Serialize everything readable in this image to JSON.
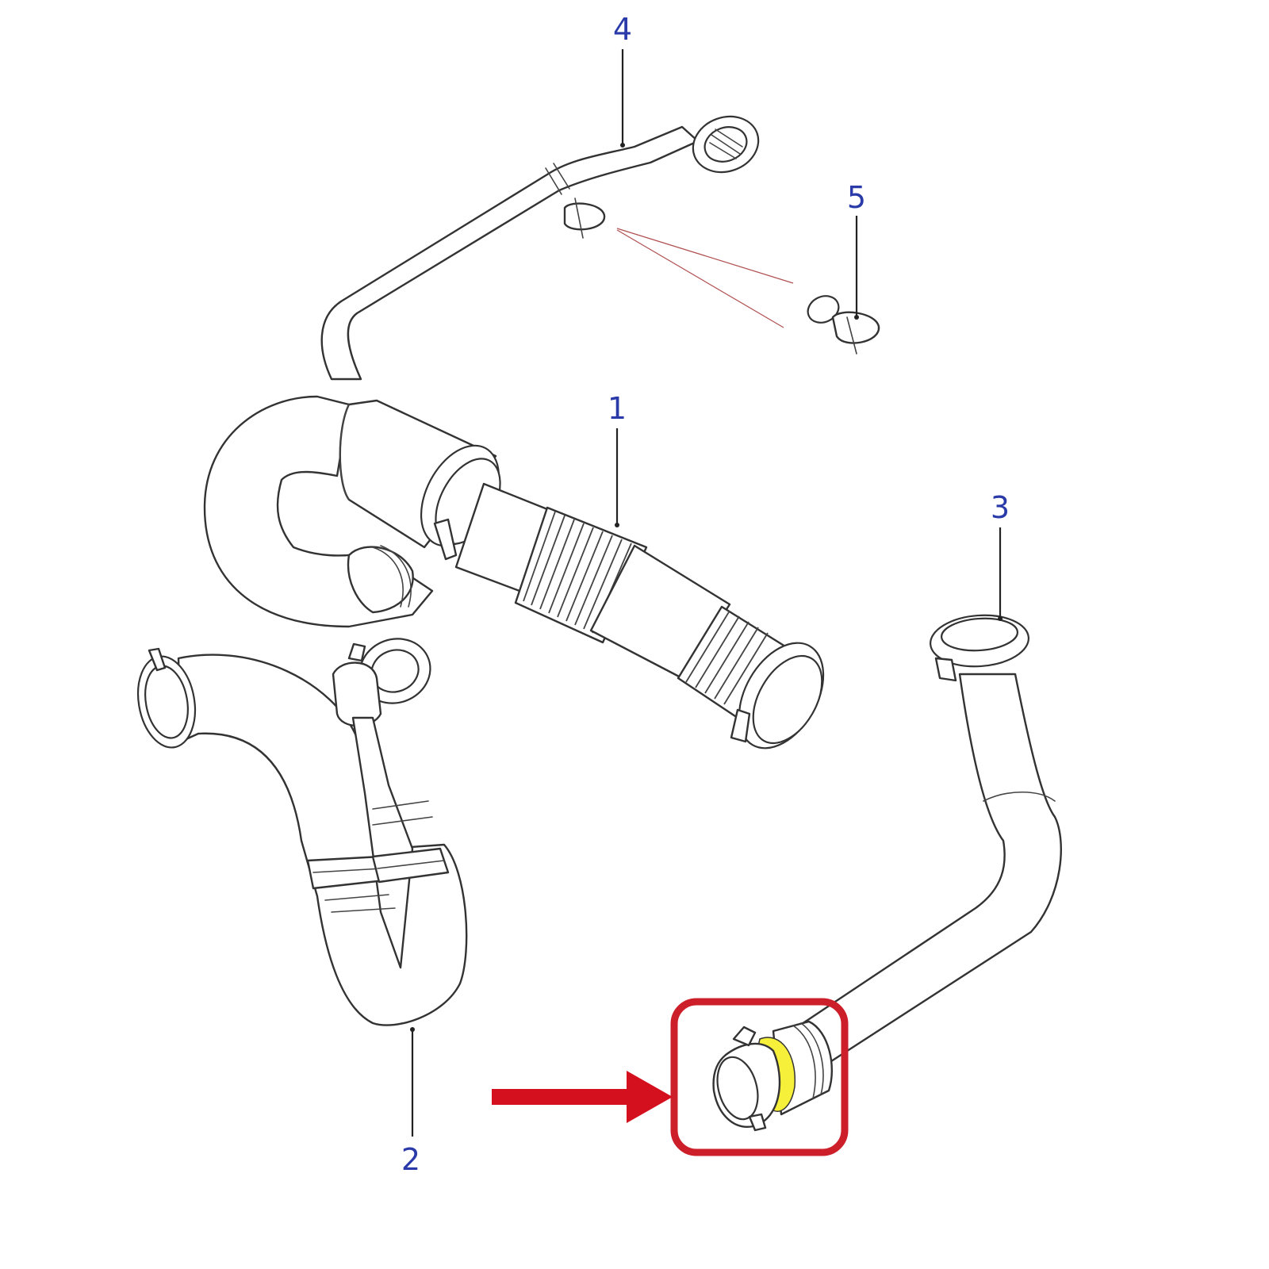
{
  "callouts": [
    {
      "id": "1",
      "label": "1"
    },
    {
      "id": "2",
      "label": "2"
    },
    {
      "id": "3",
      "label": "3"
    },
    {
      "id": "4",
      "label": "4"
    },
    {
      "id": "5",
      "label": "5"
    }
  ],
  "colors": {
    "callout_text": "#2a3aa8",
    "highlight_box": "#cc1f2a",
    "arrow": "#d4101e",
    "highlight_fill": "#f7f03a",
    "line_art": "#333333"
  }
}
